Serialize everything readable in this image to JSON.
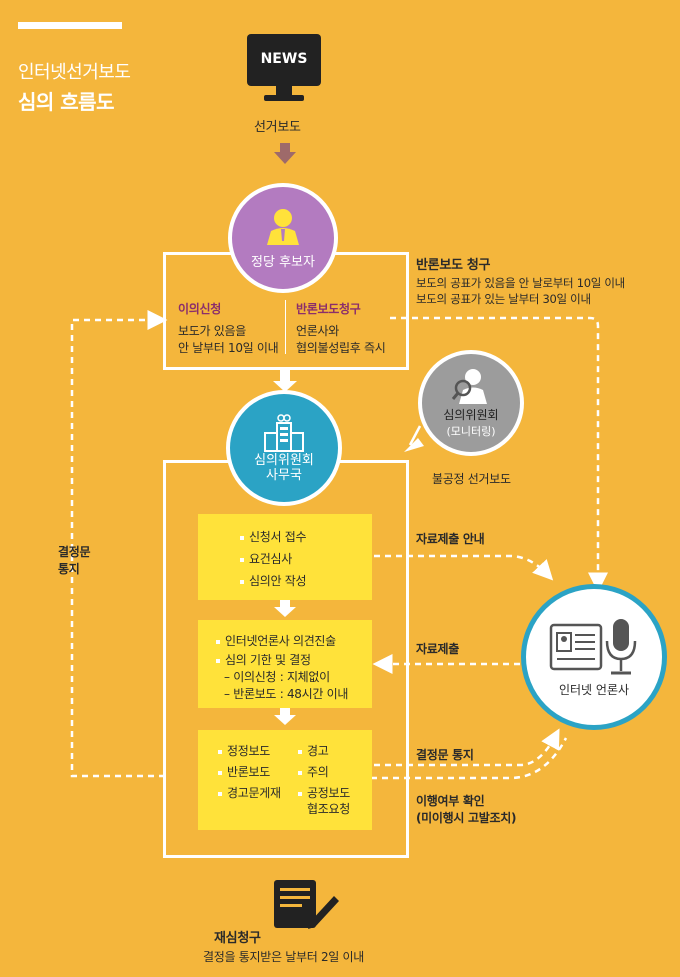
{
  "header": {
    "subtitle": "인터넷선거보도",
    "title": "심의 흐름도"
  },
  "news": {
    "icon_text": "NEWS",
    "label": "선거보도"
  },
  "candidate": {
    "label": "정당 후보자"
  },
  "objection": {
    "title": "이의신청",
    "line1": "보도가 있음을",
    "line2": "안 날부터 10일 이내"
  },
  "rebuttal_req": {
    "title": "반론보도청구",
    "line1": "언론사와",
    "line2": "협의불성립후 즉시"
  },
  "rebuttal_claim": {
    "title": "반론보도 청구",
    "line1": "보도의 공표가 있음을 안 날로부터 10일 이내",
    "line2": "보도의 공표가 있는 날부터 30일 이내"
  },
  "committee": {
    "line1": "심의위원회",
    "line2": "(모니터링)"
  },
  "unfair": {
    "label": "불공정 선거보도"
  },
  "secretariat": {
    "line1": "심의위원회",
    "line2": "사무국"
  },
  "step1": {
    "items": [
      "신청서 접수",
      "요건심사",
      "심의안 작성"
    ]
  },
  "step2": {
    "item1": "인터넷언론사 의견진술",
    "item2": "심의 기한 및 결정",
    "sub1": "– 이의신청 : 지체없이",
    "sub2": "– 반론보도 : 48시간 이내"
  },
  "step3": {
    "left": [
      "정정보도",
      "반론보도",
      "경고문게재"
    ],
    "right1": "경고",
    "right2": "주의",
    "right3a": "공정보도",
    "right3b": "협조요청"
  },
  "flows": {
    "submit_guide": "자료제출 안내",
    "submit": "자료제출",
    "decision_notice": "결정문 통지",
    "compliance1": "이행여부 확인",
    "compliance2": "(미이행시 고발조치)",
    "left1": "결정문",
    "left2": "통지"
  },
  "media": {
    "label": "인터넷 언론사"
  },
  "review": {
    "title": "재심청구",
    "desc": "결정을 통지받은 날부터 2일 이내"
  },
  "colors": {
    "background": "#F4B63C",
    "yellow_box": "#FFE23A",
    "purple": "#B37BC0",
    "teal": "#2BA3C5",
    "gray": "#9C9C9C",
    "arrow": "#9E6A6A",
    "accent_text": "#8B2E6B"
  }
}
